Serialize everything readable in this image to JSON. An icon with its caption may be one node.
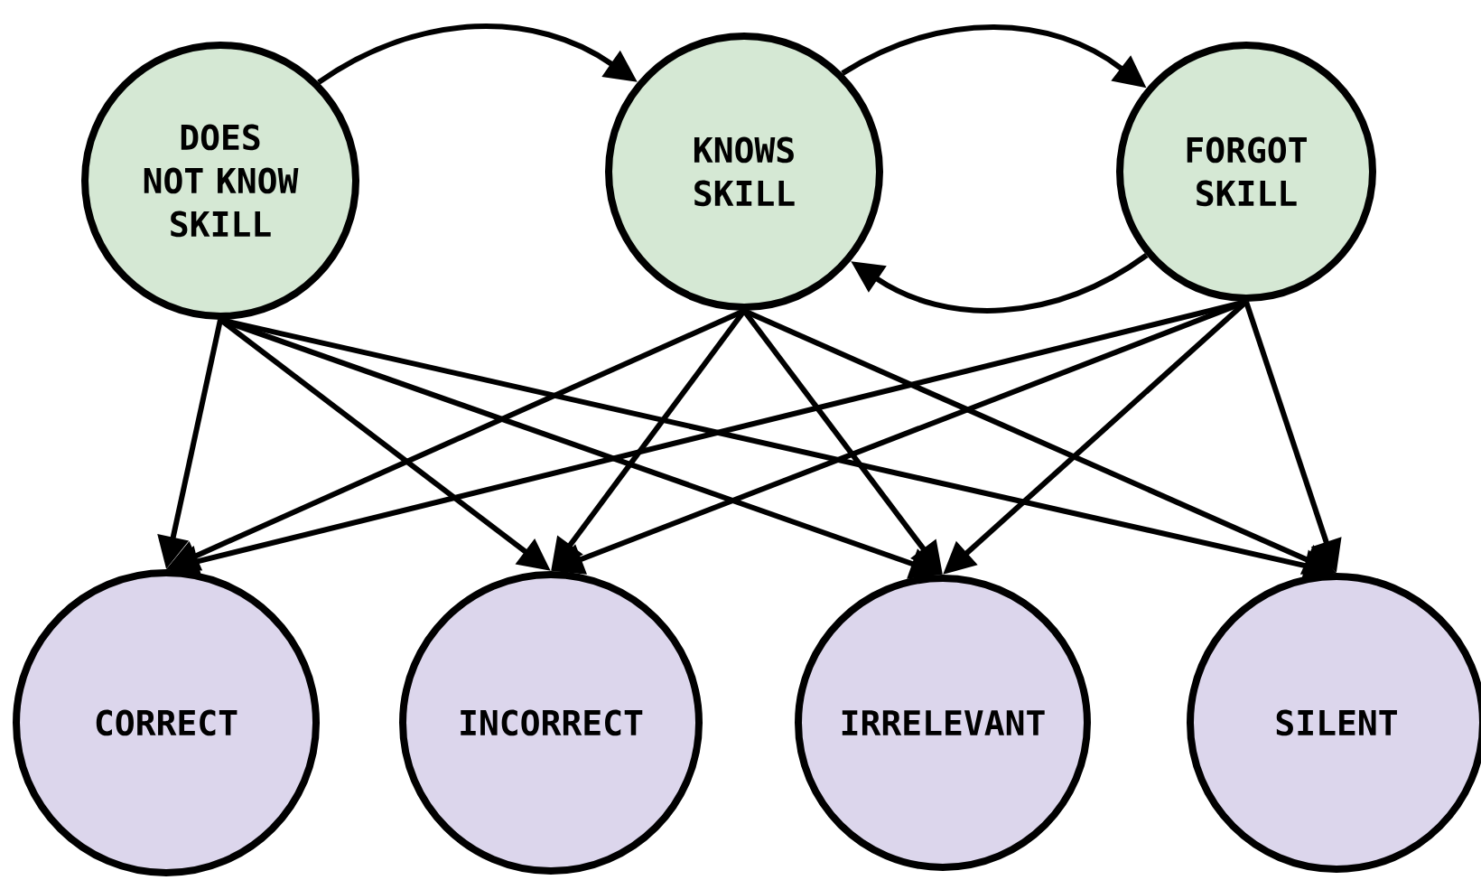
{
  "diagram": {
    "nodes": [
      {
        "text": [
          "DOES NOT KNOW SKILL"
        ]
      },
      {
        "text": [
          "KNOWS SKILL"
        ]
      },
      {
        "text": [
          "FORGOT SKILL"
        ]
      },
      {
        "text": [
          "CORRECT"
        ]
      },
      {
        "text": [
          "INCORRECT"
        ]
      },
      {
        "text": [
          "IRRELEVANT"
        ]
      },
      {
        "text": [
          "SILENT"
        ]
      }
    ],
    "edges": [
      {
        "from": 0,
        "to": 1,
        "arrow": "to"
      },
      {
        "from": 1,
        "to": 2,
        "arrow": "to"
      },
      {
        "from": 2,
        "to": 1,
        "arrow": "to"
      },
      {
        "from": 0,
        "to": 3,
        "arrow": "to"
      },
      {
        "from": 0,
        "to": 4,
        "arrow": "to"
      },
      {
        "from": 0,
        "to": 5,
        "arrow": "to"
      },
      {
        "from": 0,
        "to": 6,
        "arrow": "to"
      },
      {
        "from": 1,
        "to": 3,
        "arrow": "to"
      },
      {
        "from": 1,
        "to": 4,
        "arrow": "to"
      },
      {
        "from": 1,
        "to": 5,
        "arrow": "to"
      },
      {
        "from": 1,
        "to": 6,
        "arrow": "to"
      },
      {
        "from": 2,
        "to": 3,
        "arrow": "to"
      },
      {
        "from": 2,
        "to": 4,
        "arrow": "to"
      },
      {
        "from": 2,
        "to": 5,
        "arrow": "to"
      },
      {
        "from": 2,
        "to": 6,
        "arrow": "to"
      }
    ]
  }
}
